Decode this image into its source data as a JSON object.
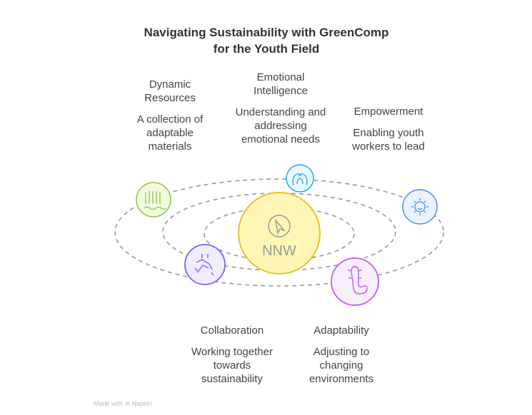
{
  "title": {
    "line1": "Navigating Sustainability with GreenComp",
    "line2": "for the Youth Field"
  },
  "center": {
    "label": "NNW",
    "icon": "compass-icon",
    "color": "#fff5b0"
  },
  "items": [
    {
      "title": "Dynamic Resources",
      "desc": "A collection of adaptable materials",
      "icon": "waterfall-icon",
      "color": "#8dc63f"
    },
    {
      "title": "Emotional Intelligence",
      "desc": "Understanding and addressing emotional needs",
      "icon": "heads-icon",
      "color": "#1fb0e0"
    },
    {
      "title": "Empowerment",
      "desc": "Enabling youth workers to lead",
      "icon": "sun-icon",
      "color": "#4a8ef0"
    },
    {
      "title": "Collaboration",
      "desc": "Working together towards sustainability",
      "icon": "hands-icon",
      "color": "#7b61f0"
    },
    {
      "title": "Adaptability",
      "desc": "Adjusting to changing environments",
      "icon": "axolotl-icon",
      "color": "#c35ce8"
    }
  ],
  "footer": {
    "made_with": "Made with",
    "brand": "Napkin"
  }
}
